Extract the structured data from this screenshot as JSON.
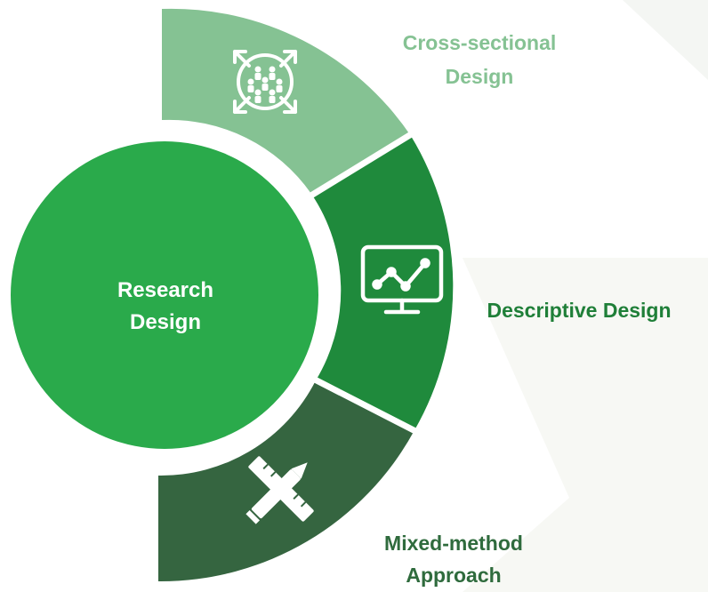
{
  "center": {
    "line1": "Research",
    "line2": "Design",
    "color": "#2aaa4b"
  },
  "segments": [
    {
      "line1": "Cross-sectional",
      "line2": "Design",
      "color": "#85c293",
      "label_color": "#85c293",
      "icon": "population-expand-icon"
    },
    {
      "line1": "Descriptive Design",
      "color": "#1f8a3c",
      "label_color": "#1f7f38",
      "icon": "monitor-chart-icon"
    },
    {
      "line1": "Mixed-method",
      "line2": "Approach",
      "color": "#356540",
      "label_color": "#2f6b3d",
      "icon": "pencil-ruler-icon"
    }
  ]
}
